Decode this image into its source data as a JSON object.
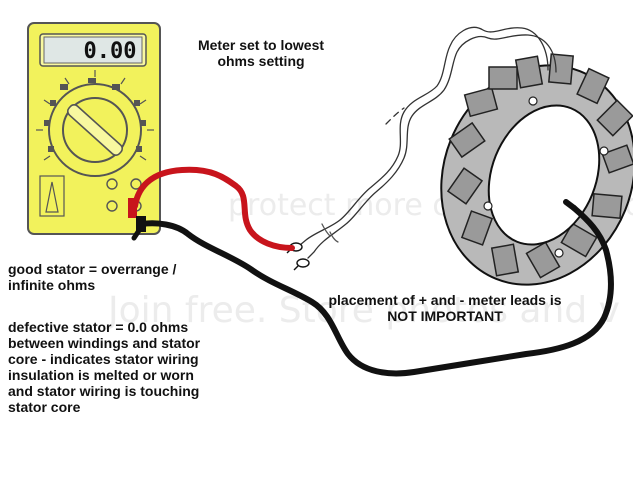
{
  "meter": {
    "reading": "0.00",
    "caption": "Meter set to lowest\nohms setting"
  },
  "notes": {
    "good_stator": "good stator = overrange /\ninfinite ohms",
    "defective_stator": "defective stator = 0.0 ohms\nbetween windings and stator\ncore  - indicates stator wiring\ninsulation is melted or worn\nand stator wiring is touching\nstator core",
    "placement": "placement of + and - meter leads is\nNOT IMPORTANT"
  },
  "watermark": {
    "line1": "protect more of your memories for less!",
    "line2": "Join free. Store photos and v"
  },
  "colors": {
    "meter_body": "#f2f25c",
    "meter_outline": "#555555",
    "display": "#dfe7e5",
    "red_lead": "#c8141c",
    "black_lead": "#111111",
    "stator_fill": "#b9b9b9"
  }
}
